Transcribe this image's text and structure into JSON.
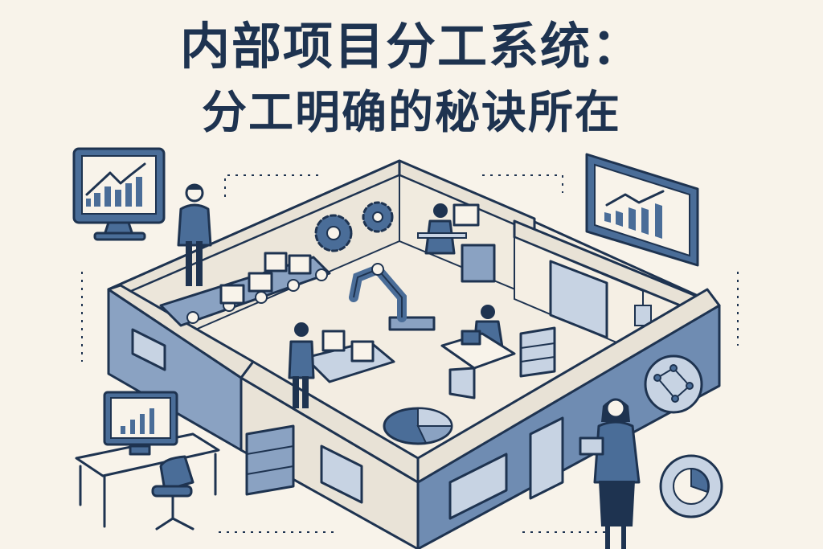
{
  "title": {
    "line1": "内部项目分工系统：",
    "line2": "分工明确的秘诀所在"
  },
  "colors": {
    "background": "#f8f3ea",
    "ink": "#1e3350",
    "primary_blue": "#4a6d98",
    "light_blue": "#c7d3e3",
    "mid_blue": "#8aa2c2",
    "wall_top": "#e8e2d6"
  },
  "illustration": {
    "description": "Isometric office floor plan showing division of labor",
    "elements": [
      "monitor-with-growth-chart-left",
      "monitor-with-growth-chart-right",
      "manager-standing",
      "conveyor-belt-with-boxes",
      "gears",
      "worker-at-computer",
      "robotic-arm",
      "worker-packing-boxes",
      "worker-with-laptop",
      "filing-cabinets",
      "pie-chart",
      "network-diagram-circle",
      "businesswoman-with-tablet",
      "desk-with-monitor-and-chair",
      "pie-chart-circle"
    ]
  }
}
